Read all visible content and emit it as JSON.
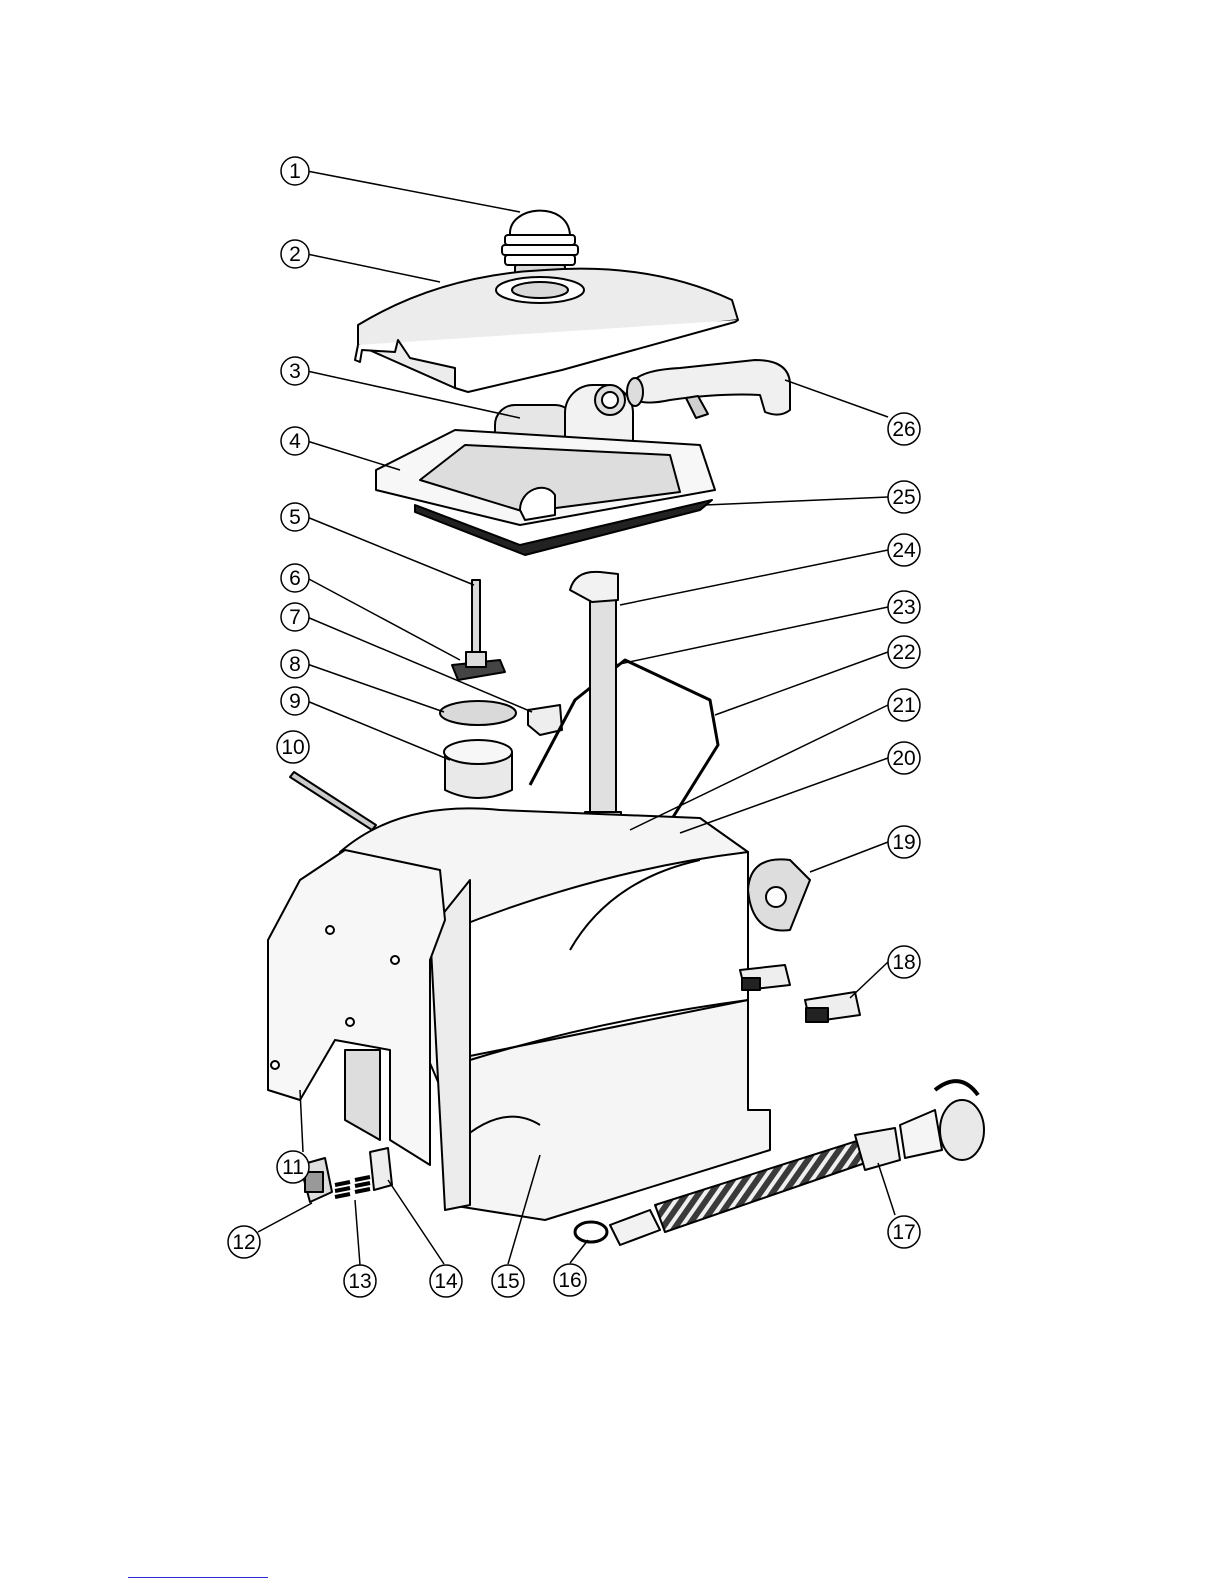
{
  "callouts": [
    {
      "id": "1",
      "label": "1"
    },
    {
      "id": "2",
      "label": "2"
    },
    {
      "id": "3",
      "label": "3"
    },
    {
      "id": "4",
      "label": "4"
    },
    {
      "id": "5",
      "label": "5"
    },
    {
      "id": "6",
      "label": "6"
    },
    {
      "id": "7",
      "label": "7"
    },
    {
      "id": "8",
      "label": "8"
    },
    {
      "id": "9",
      "label": "9"
    },
    {
      "id": "10",
      "label": "10"
    },
    {
      "id": "11",
      "label": "11"
    },
    {
      "id": "12",
      "label": "12"
    },
    {
      "id": "13",
      "label": "13"
    },
    {
      "id": "14",
      "label": "14"
    },
    {
      "id": "15",
      "label": "15"
    },
    {
      "id": "16",
      "label": "16"
    },
    {
      "id": "17",
      "label": "17"
    },
    {
      "id": "18",
      "label": "18"
    },
    {
      "id": "19",
      "label": "19"
    },
    {
      "id": "20",
      "label": "20"
    },
    {
      "id": "21",
      "label": "21"
    },
    {
      "id": "22",
      "label": "22"
    },
    {
      "id": "23",
      "label": "23"
    },
    {
      "id": "24",
      "label": "24"
    },
    {
      "id": "25",
      "label": "25"
    },
    {
      "id": "26",
      "label": "26"
    }
  ],
  "colors": {
    "line": "#000000",
    "part_fill": "#ffffff",
    "part_shade": "#d9d9d9",
    "hose": "#1a1a1a",
    "footer_rule": "#2b2bd6"
  }
}
